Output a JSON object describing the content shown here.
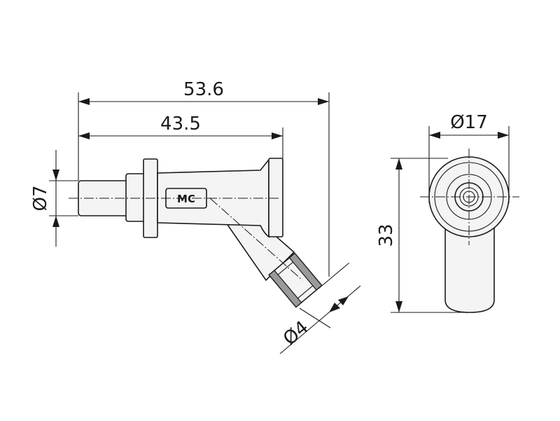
{
  "dimensions": {
    "overall_length": "53.6",
    "body_length": "43.5",
    "pin_diameter": "Ø7",
    "cable_diameter": "Ø4",
    "cap_diameter": "Ø17",
    "height": "33"
  },
  "logo": {
    "text": "MC"
  },
  "colors": {
    "line": "#1a1a1a",
    "fill": "#f4f4f4",
    "knurl": "#9a9a9a"
  }
}
